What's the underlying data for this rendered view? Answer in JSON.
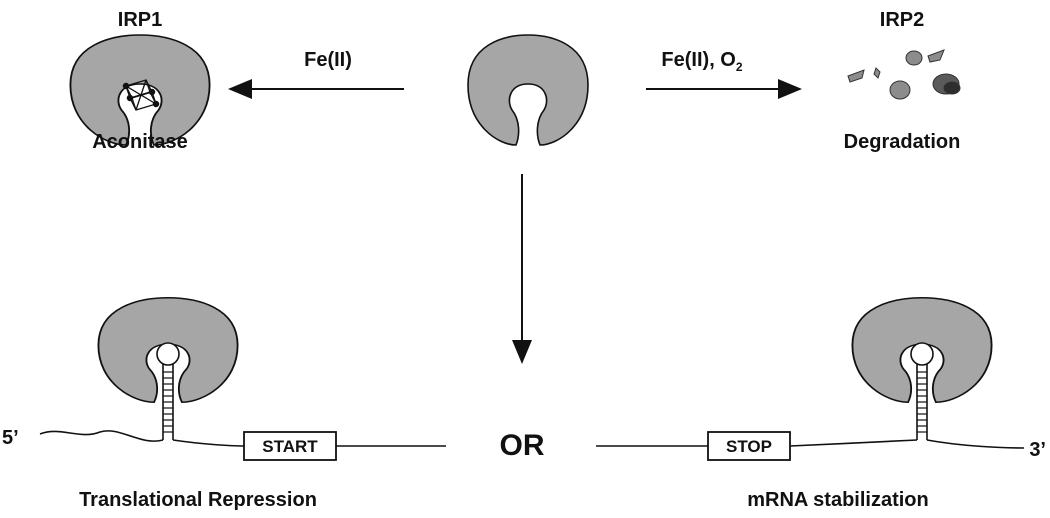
{
  "colors": {
    "protein_fill": "#a6a6a6",
    "stroke": "#111111",
    "fragment_fill": "#8c8c8c",
    "fragment_dark": "#5a5a5a"
  },
  "labels": {
    "irp1": "IRP1",
    "irp2": "IRP2",
    "aconitase": "Aconitase",
    "degradation": "Degradation",
    "fe_left": "Fe(II)",
    "fe_right_main": "Fe(II), O",
    "fe_right_sub": "2",
    "or": "OR",
    "start": "START",
    "stop": "STOP",
    "five_prime": "5’",
    "three_prime": "3’",
    "translational_repression": "Translational Repression",
    "mrna_stabilization": "mRNA stabilization"
  },
  "icons": {
    "protein": "c-shaped-protein-icon",
    "iron_sulfur_cluster": "cubane-cluster-icon",
    "fragments": "degraded-protein-fragments-icon",
    "hairpin": "ire-stem-loop-icon"
  }
}
